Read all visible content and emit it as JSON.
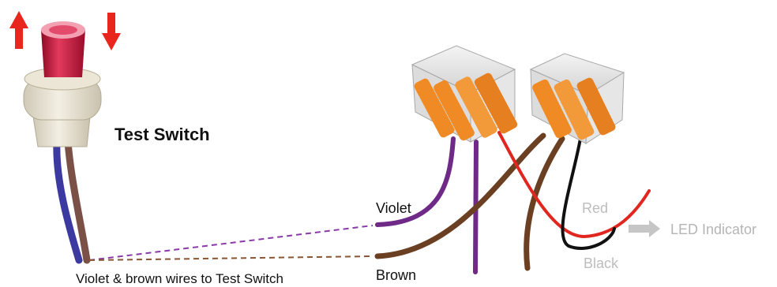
{
  "labels": {
    "test_switch": "Test Switch",
    "violet": "Violet",
    "brown": "Brown",
    "red": "Red",
    "black": "Black",
    "led_indicator": "LED Indicator",
    "caption": "Violet & brown wires to Test Switch"
  },
  "colors": {
    "violet_wire": "#6e2a86",
    "brown_wire": "#6b3f22",
    "red_wire": "#e0261e",
    "black_wire": "#111111",
    "arrow_red": "#e8261d",
    "arrow_grey": "#c6c6c6",
    "connector_orange": "#f08a24",
    "switch_cap": "#c8163e"
  },
  "icons": [
    "arrow-up-icon",
    "arrow-down-icon",
    "arrow-right-icon"
  ]
}
